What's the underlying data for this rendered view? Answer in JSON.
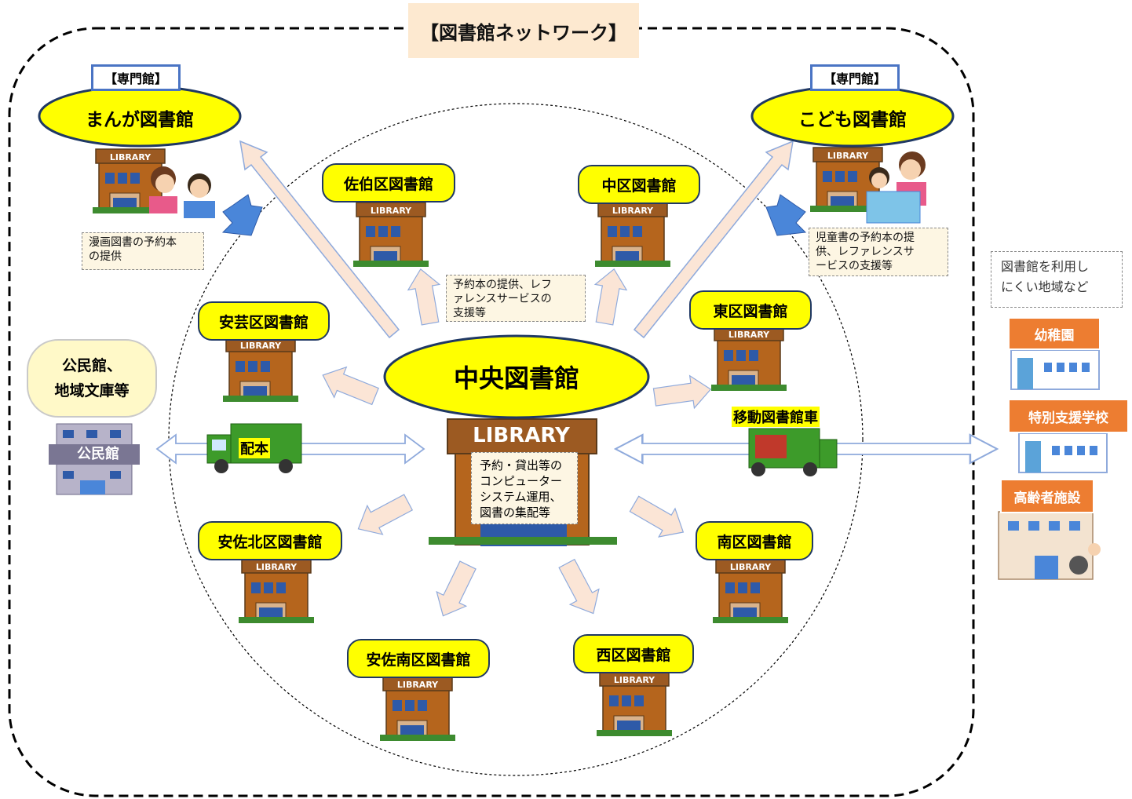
{
  "title": "【図書館ネットワーク】",
  "central": {
    "name": "中央図書館",
    "sign": "LIBRARY",
    "role": "予約・貸出等の\nコンピューター\nシステム運用、\n図書の集配等"
  },
  "specialty": [
    {
      "tag": "【専門館】",
      "name": "まんが図書館",
      "note": "漫画図書の予約本\nの提供"
    },
    {
      "tag": "【専門館】",
      "name": "こども図書館",
      "note": "児童書の予約本の提\n供、レファレンスサ\nービスの支援等"
    }
  ],
  "support_note": "予約本の提供、レフ\nァレンスサービスの\n支援等",
  "branches": [
    {
      "name": "佐伯区図書館",
      "sign": "LIBRARY"
    },
    {
      "name": "中区図書館",
      "sign": "LIBRARY"
    },
    {
      "name": "安芸区図書館",
      "sign": "LIBRARY"
    },
    {
      "name": "東区図書館",
      "sign": "LIBRARY"
    },
    {
      "name": "安佐北区図書館",
      "sign": "LIBRARY"
    },
    {
      "name": "南区図書館",
      "sign": "LIBRARY"
    },
    {
      "name": "安佐南区図書館",
      "sign": "LIBRARY"
    },
    {
      "name": "西区図書館",
      "sign": "LIBRARY"
    }
  ],
  "community": {
    "name": "公民館、\n地域文庫等",
    "building_sign": "公民館"
  },
  "delivery_label": "配本",
  "mobile_label": "移動図書館車",
  "outside": {
    "note": "図書館を利用し\nにくい地域など",
    "facilities": [
      "幼稚園",
      "特別支援学校",
      "高齢者施設"
    ]
  },
  "colors": {
    "ellipse": "#ffff00",
    "outline": "#1f3864",
    "arrow_fill": "#fbe5d6",
    "arrow_stroke": "#8faadc",
    "orange": "#ed7d31"
  }
}
